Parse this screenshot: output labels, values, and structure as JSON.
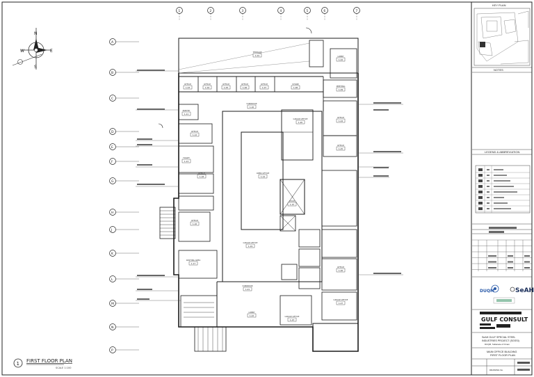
{
  "drawing": {
    "title": "FIRST FLOOR PLAN",
    "scale_label": "SCALE 1:100",
    "view_number": "1"
  },
  "compass": {
    "north": "N",
    "east": "E",
    "south": "S",
    "west": "W"
  },
  "grid_columns": [
    "1",
    "2",
    "3",
    "4",
    "5",
    "6",
    "7"
  ],
  "grid_rows": [
    "A",
    "B",
    "C",
    "D",
    "E",
    "F",
    "G",
    "H",
    "J",
    "K",
    "L",
    "M",
    "N",
    "P"
  ],
  "rooms": [
    {
      "name": "TERRACE",
      "tag": "1-01"
    },
    {
      "name": "LOBBY",
      "tag": "1-02"
    },
    {
      "name": "OFFICE",
      "tag": "1-03"
    },
    {
      "name": "OFFICE",
      "tag": "1-04"
    },
    {
      "name": "OFFICE",
      "tag": "1-05"
    },
    {
      "name": "OFFICE",
      "tag": "1-06"
    },
    {
      "name": "OFFICE",
      "tag": "1-07"
    },
    {
      "name": "STORE",
      "tag": "1-08"
    },
    {
      "name": "MEETING",
      "tag": "1-09"
    },
    {
      "name": "CORRIDOR",
      "tag": "1-10"
    },
    {
      "name": "PANTRY",
      "tag": "1-11"
    },
    {
      "name": "OFFICE",
      "tag": "1-12"
    },
    {
      "name": "TOILET",
      "tag": "1-13"
    },
    {
      "name": "OPEN OFFICE",
      "tag": "1-14"
    },
    {
      "name": "STAIR",
      "tag": "1-15"
    },
    {
      "name": "OFFICE",
      "tag": "1-16"
    },
    {
      "name": "WAITING AREA",
      "tag": "1-17"
    },
    {
      "name": "OFFICE",
      "tag": "1-18"
    },
    {
      "name": "GROUP OFFICE",
      "tag": "1-19"
    },
    {
      "name": "GROUP OFFICE",
      "tag": "1-20"
    },
    {
      "name": "CORRIDOR",
      "tag": "1-21"
    },
    {
      "name": "LOBBY",
      "tag": "1-22"
    },
    {
      "name": "GROUP OFFICE",
      "tag": "1-23"
    },
    {
      "name": "OFFICE",
      "tag": "1-24"
    },
    {
      "name": "OFFICE",
      "tag": "1-25"
    },
    {
      "name": "OFFICE",
      "tag": "1-26"
    },
    {
      "name": "GROUP OFFICE",
      "tag": "1-27"
    }
  ],
  "title_block": {
    "key_plan_label": "KEY PLAN",
    "notes_label": "NOTES",
    "legend_label": "LEGEND & ABBREVIATION",
    "consultant_brand": "GULF CONSULT",
    "client_brand": "SeAH",
    "partner_brand": "DUQM",
    "project_lines": [
      "SeAH GULF SPECIAL STEEL",
      "INDUSTRIES PROJECT (SGSSI)",
      "DUQM, Sultanate of Oman"
    ],
    "sheet_lines": [
      "MAIN OFFICE BUILDING",
      "FIRST FLOOR PLAN"
    ],
    "drawing_no_label": "DRAWING No."
  },
  "colors": {
    "line": "#1a1a1a",
    "light": "#888888",
    "paper": "#ffffff",
    "accent": "#2a5aa8"
  }
}
